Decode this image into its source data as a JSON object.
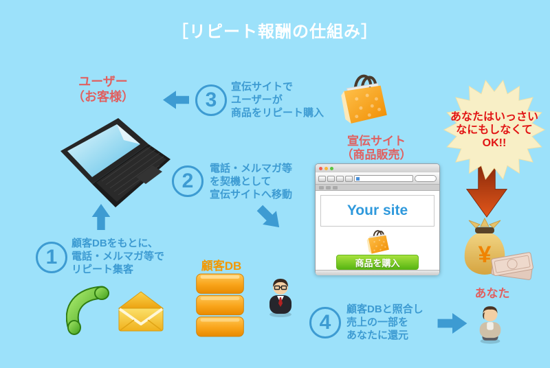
{
  "title": "［リピート報酬の仕組み］",
  "labels": {
    "user_line1": "ユーザー",
    "user_line2": "（お客様）",
    "site_line1": "宣伝サイト",
    "site_line2": "（商品販売）",
    "customer_db": "顧客DB",
    "you": "あなた"
  },
  "steps": [
    {
      "num": "1",
      "lines": [
        "顧客DBをもとに、",
        "電話・メルマガ等で",
        "リピート集客"
      ]
    },
    {
      "num": "2",
      "lines": [
        "電話・メルマガ等",
        "を契機として",
        "宣伝サイトへ移動"
      ]
    },
    {
      "num": "3",
      "lines": [
        "宣伝サイトで",
        "ユーザーが",
        "商品をリピート購入"
      ]
    },
    {
      "num": "4",
      "lines": [
        "顧客DBと照合し",
        "売上の一部を",
        "あなたに還元"
      ]
    }
  ],
  "callout": {
    "line1": "あなたはいっさい",
    "line2": "なにもしなくて",
    "line3": "OK!!"
  },
  "browser": {
    "site_title": "Your site",
    "buy_button_label": "商品を購入"
  },
  "money_bag_symbol": "¥",
  "colors": {
    "background": "#9CE1FA",
    "accent_blue": "#3D9BD2",
    "label_red": "#E06060",
    "callout_red": "#E11414",
    "accent_orange": "#F39800",
    "button_green": "#58B513",
    "callout_cream": "#F8EFC6"
  }
}
